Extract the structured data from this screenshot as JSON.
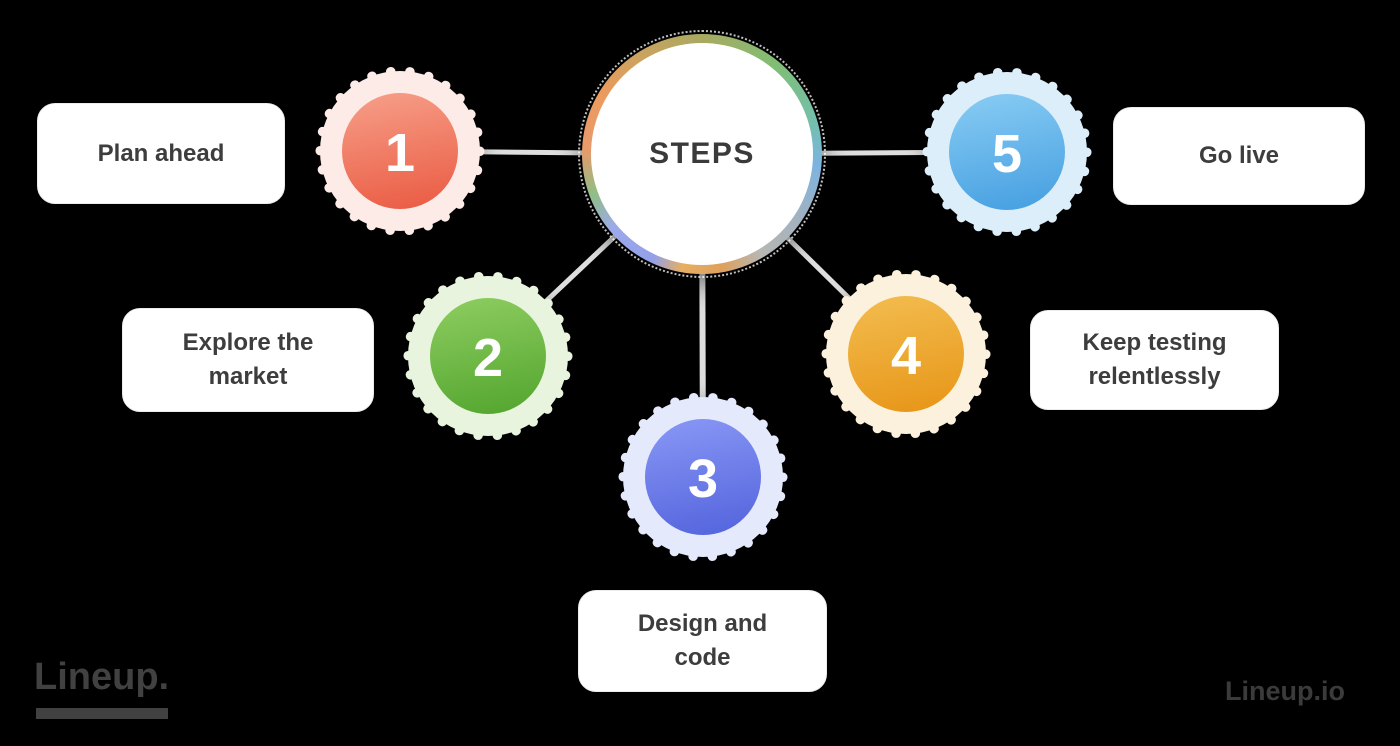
{
  "hub": {
    "title": "STEPS",
    "ring_colors": [
      "#a9a961",
      "#7fbe75",
      "#74bfae",
      "#7cb4e0",
      "#a3b2bf",
      "#b8b7b3",
      "#dfa05c",
      "#e7ae64",
      "#93a0e8",
      "#9caaec",
      "#8fbe85",
      "#e79a6b",
      "#ec9a5e",
      "#c8a45f"
    ]
  },
  "steps": [
    {
      "number": "1",
      "label": "Plan ahead",
      "color_light": "#f69c86",
      "color_dark": "#eb5f47",
      "ring_color": "#fcebe6"
    },
    {
      "number": "2",
      "label": "Explore the\nmarket",
      "color_light": "#8bcb5e",
      "color_dark": "#57a832",
      "ring_color": "#e9f4de"
    },
    {
      "number": "3",
      "label": "Design and\ncode",
      "color_light": "#8695f4",
      "color_dark": "#5767de",
      "ring_color": "#e4e9fb"
    },
    {
      "number": "4",
      "label": "Keep testing\nrelentlessly",
      "color_light": "#f2bb4d",
      "color_dark": "#e8981b",
      "ring_color": "#fbf1dc"
    },
    {
      "number": "5",
      "label": "Go live",
      "color_light": "#85caf3",
      "color_dark": "#4aa2e2",
      "ring_color": "#dceef9"
    }
  ],
  "watermarks": {
    "bottom_left": "Lineup.",
    "bottom_right": "Lineup.io"
  },
  "colors": {
    "connector": "#dedede",
    "background": "#000000",
    "label_text": "#3d3d3d",
    "hub_text": "#3a3a3a"
  }
}
